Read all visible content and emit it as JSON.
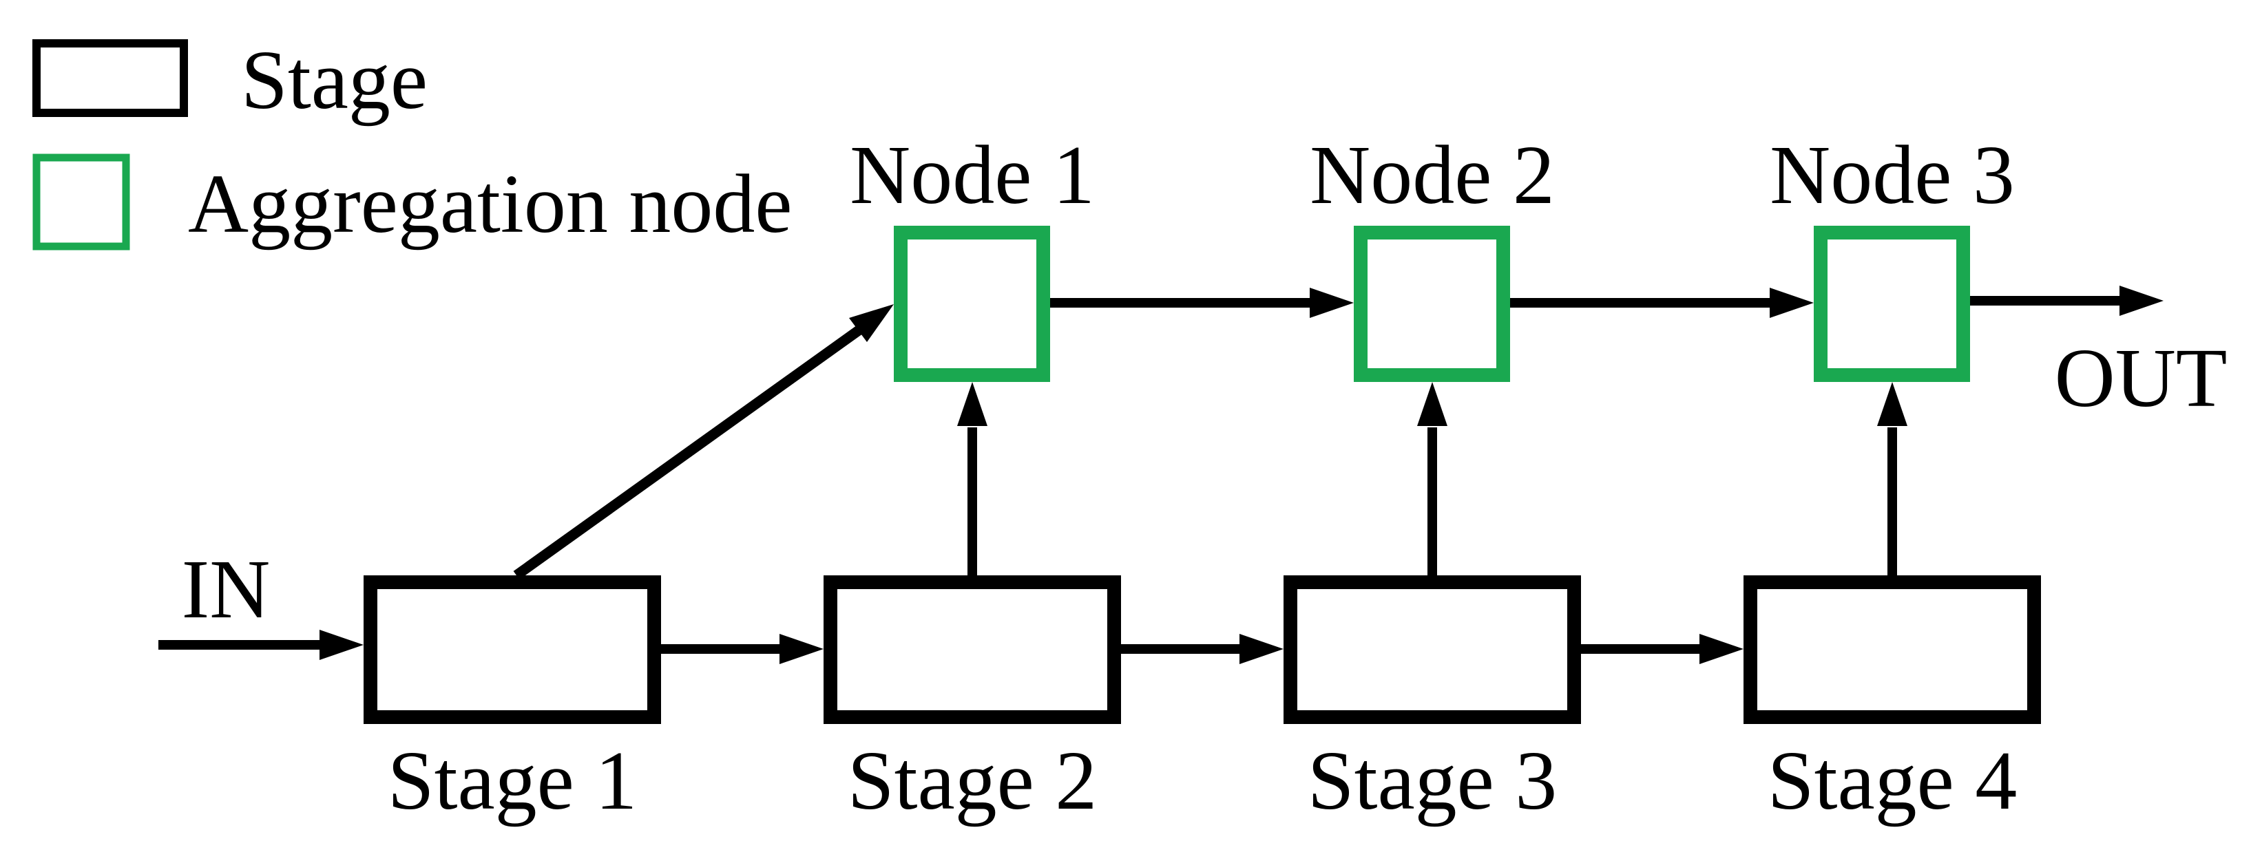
{
  "diagram_type": "pipeline-with-aggregation-nodes",
  "legend": {
    "items": [
      {
        "label": "Stage",
        "swatch": "black-rectangle"
      },
      {
        "label": "Aggregation node",
        "swatch": "green-rectangle"
      }
    ]
  },
  "io": {
    "in_label": "IN",
    "out_label": "OUT"
  },
  "stages": [
    {
      "label": "Stage 1"
    },
    {
      "label": "Stage 2"
    },
    {
      "label": "Stage 3"
    },
    {
      "label": "Stage 4"
    }
  ],
  "nodes": [
    {
      "label": "Node 1"
    },
    {
      "label": "Node 2"
    },
    {
      "label": "Node 3"
    }
  ],
  "edges": [
    {
      "from": "IN",
      "to": "Stage 1"
    },
    {
      "from": "Stage 1",
      "to": "Stage 2"
    },
    {
      "from": "Stage 2",
      "to": "Stage 3"
    },
    {
      "from": "Stage 3",
      "to": "Stage 4"
    },
    {
      "from": "Stage 1",
      "to": "Node 1"
    },
    {
      "from": "Stage 2",
      "to": "Node 1"
    },
    {
      "from": "Stage 3",
      "to": "Node 2"
    },
    {
      "from": "Stage 4",
      "to": "Node 3"
    },
    {
      "from": "Node 1",
      "to": "Node 2"
    },
    {
      "from": "Node 2",
      "to": "Node 3"
    },
    {
      "from": "Node 3",
      "to": "OUT"
    }
  ],
  "colors": {
    "stage_border": "#000000",
    "aggregation_node_border": "#1aa850",
    "arrow": "#000000",
    "text": "#000000",
    "background": "#ffffff"
  }
}
